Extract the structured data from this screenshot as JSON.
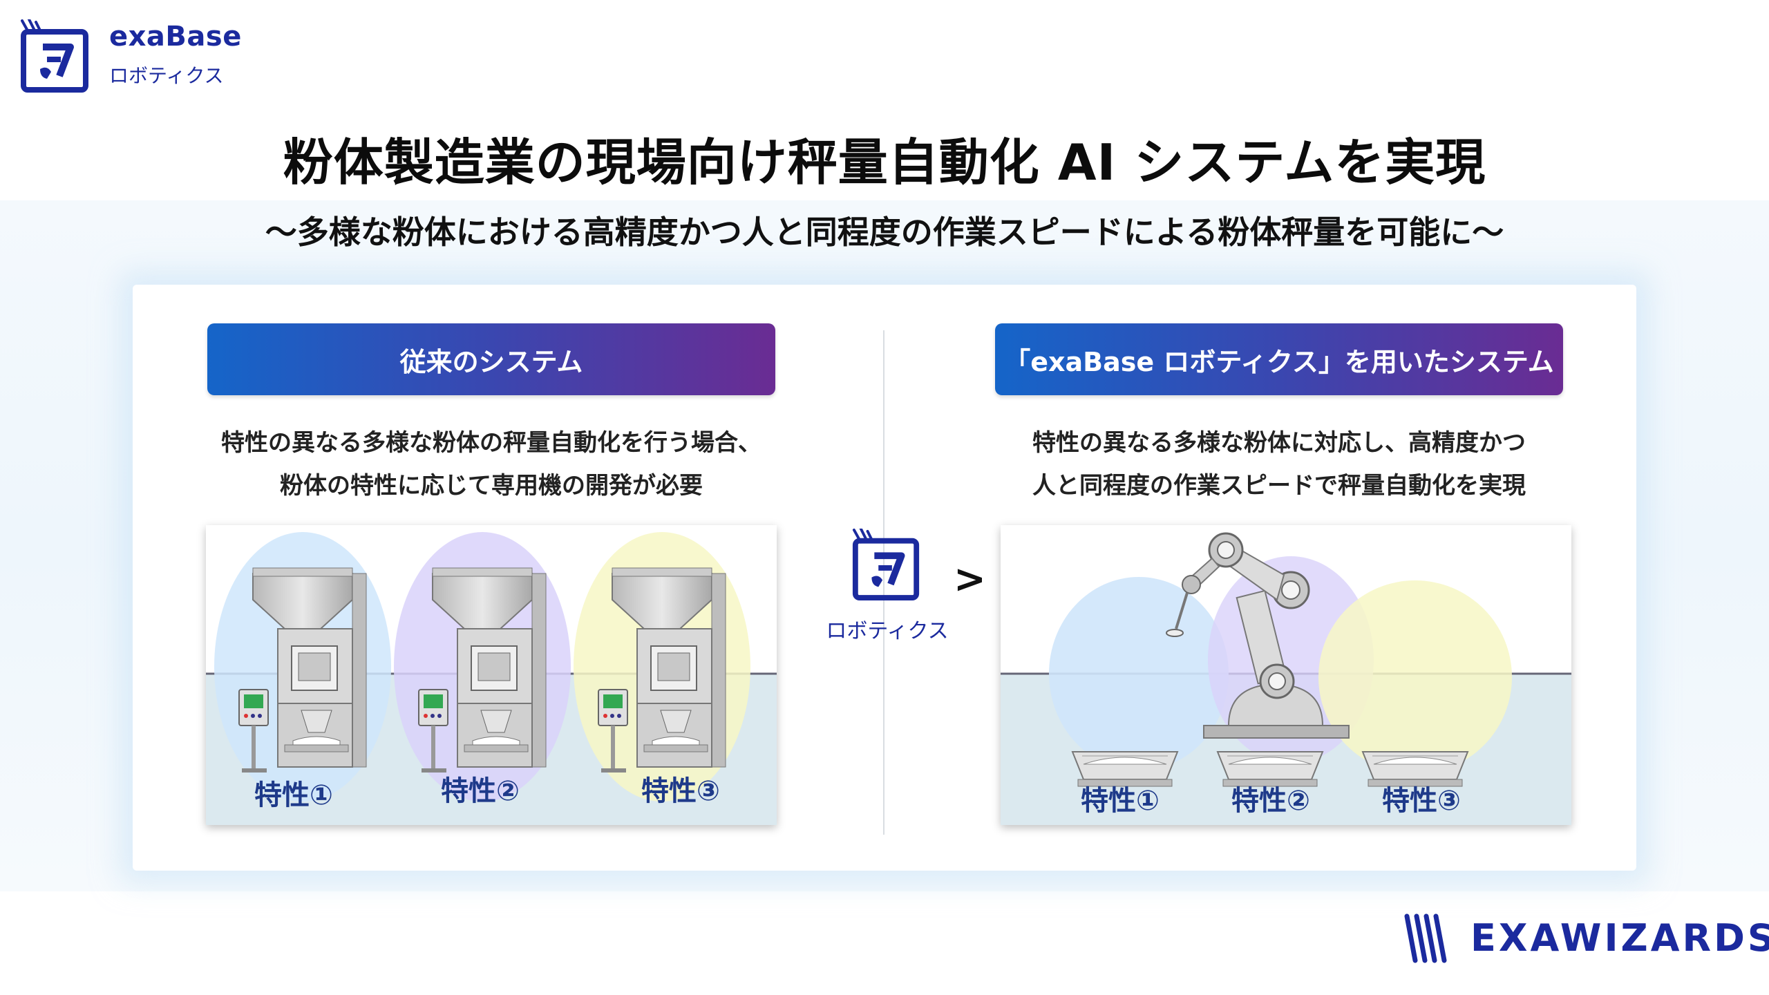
{
  "brand": {
    "name": "exaBase",
    "sub": "ロボティクス"
  },
  "title": "粉体製造業の現場向け秤量自動化 AI システムを実現",
  "subtitle": "〜多様な粉体における高精度かつ人と同程度の作業スピードによる粉体秤量を可能に〜",
  "left": {
    "header": "従来のシステム",
    "desc_line1": "特性の異なる多様な粉体の秤量自動化を行う場合、",
    "desc_line2": "粉体の特性に応じて専用機の開発が必要",
    "traits": [
      "特性①",
      "特性②",
      "特性③"
    ]
  },
  "middle": {
    "logo_label": "ロボティクス",
    "comparator": ">"
  },
  "right": {
    "header": "「exaBase ロボティクス」を用いたシステム",
    "desc_line1": "特性の異なる多様な粉体に対応し、高精度かつ",
    "desc_line2": "人と同程度の作業スピードで秤量自動化を実現",
    "traits": [
      "特性①",
      "特性②",
      "特性③"
    ]
  },
  "footer": {
    "company": "EXAWIZARDS"
  },
  "colors": {
    "brand_navy": "#1b2a9e",
    "header_gradient_start": "#1565c9",
    "header_gradient_end": "#6a2c93",
    "trait_blue": "#cfe6fb",
    "trait_purple": "#d9d2fa",
    "trait_yellow": "#f7f7c6"
  }
}
